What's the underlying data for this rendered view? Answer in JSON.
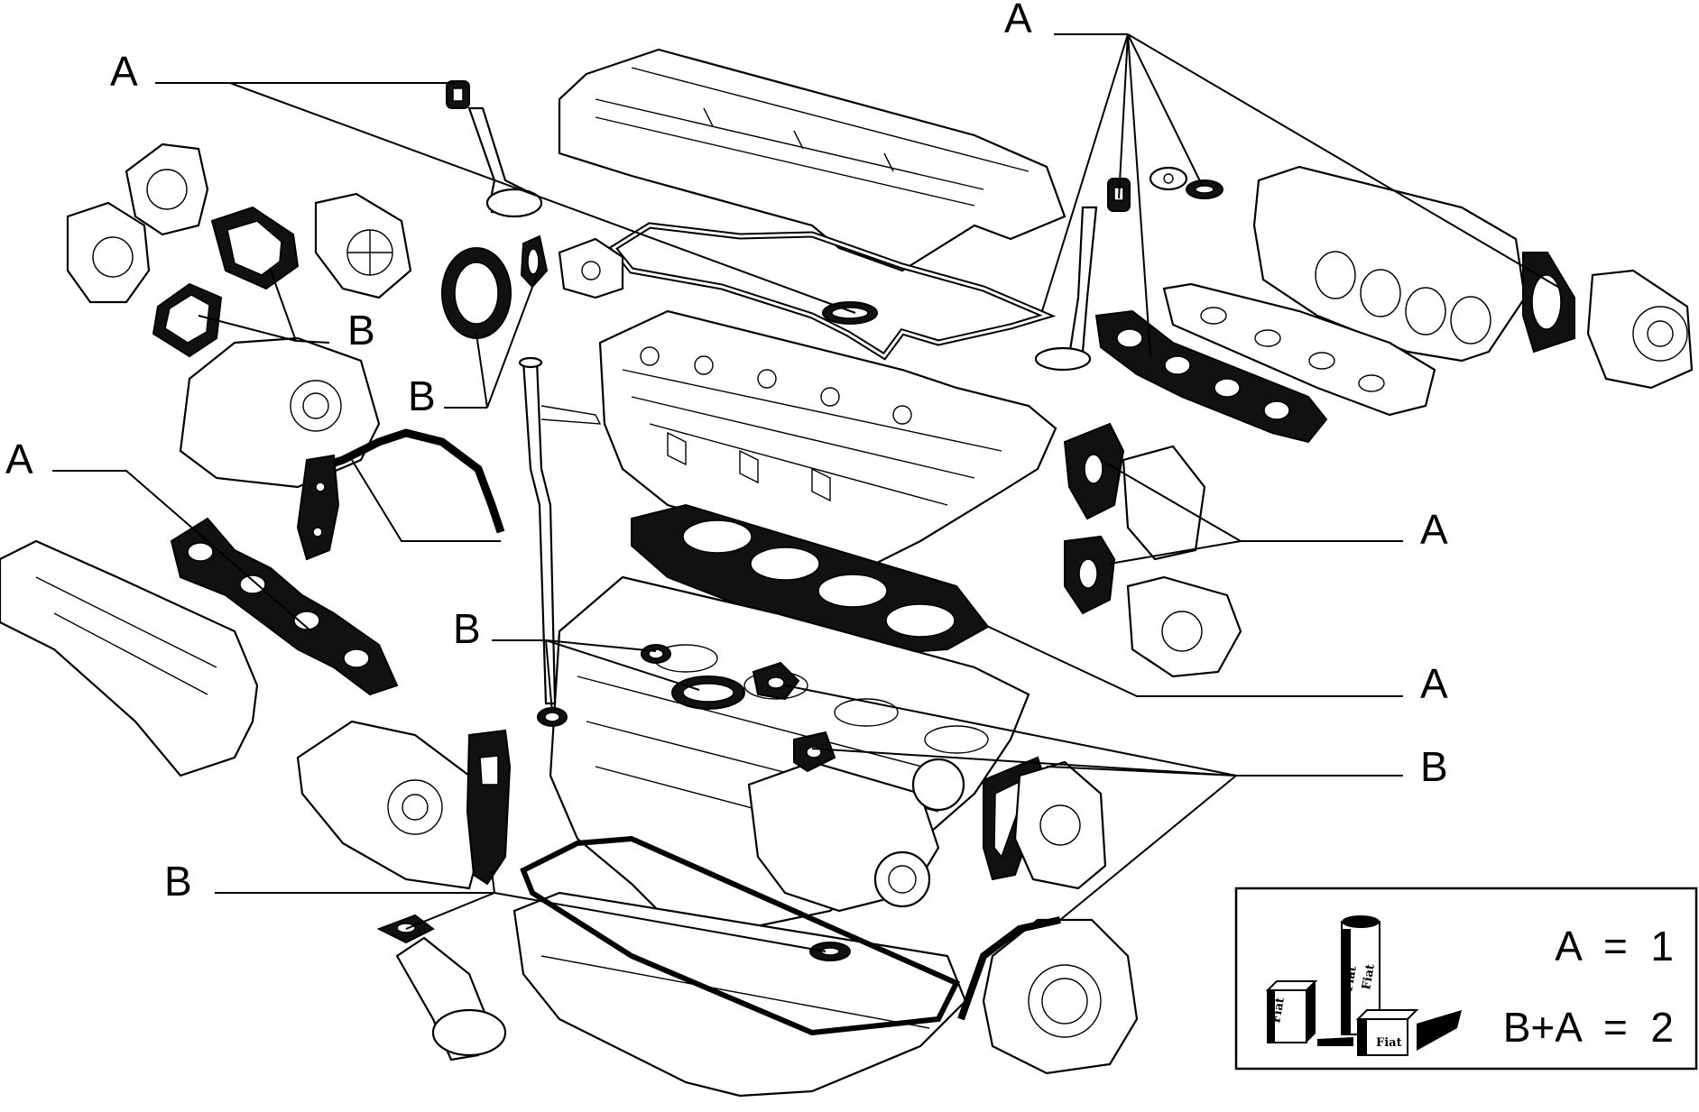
{
  "callouts": {
    "a_top_left": "A",
    "a_top_right": "A",
    "a_left": "A",
    "a_right_upper": "A",
    "a_right_lower": "A",
    "b_upper_left": "B",
    "b_mid_left": "B",
    "b_center": "B",
    "b_right": "B",
    "b_lower_left": "B"
  },
  "legend": {
    "line1": "A  =  1",
    "line2": "B+A  =  2",
    "box_labels": [
      "Fiat",
      "Fiat",
      "Fiat",
      "Fiat"
    ]
  }
}
